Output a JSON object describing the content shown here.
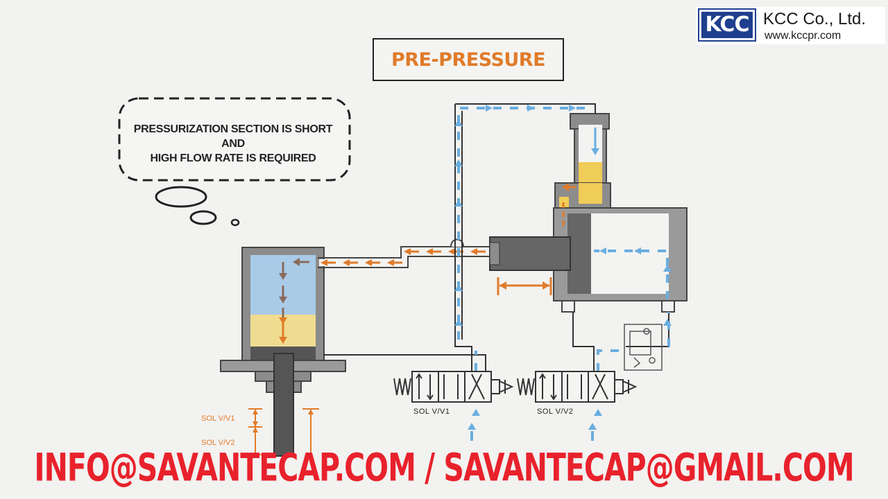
{
  "logo": {
    "mark": "KCC",
    "company": "KCC Co., Ltd.",
    "url": "www.kccpr.com"
  },
  "title": "PRE-PRESSURE",
  "thought": {
    "line1": "PRESSURIZATION SECTION IS SHORT",
    "line2": "AND",
    "line3": "HIGH FLOW RATE IS REQUIRED"
  },
  "valves": {
    "valve1_label": "SOL V/V1",
    "valve2_label": "SOL V/V2"
  },
  "stroke_labels": {
    "v1": "SOL V/V1",
    "v2": "SOL V/V2"
  },
  "contact": "INFO@SAVANTECAP.COM / SAVANTECAP@GMAIL.COM",
  "colors": {
    "air_flow": "#6aaee0",
    "oil_flow": "#e07b2a",
    "oil": "#f0cc58",
    "air_chamber": "#a9cbe8",
    "contact_red": "#e8222c",
    "logo_blue": "#1f3f8f"
  }
}
